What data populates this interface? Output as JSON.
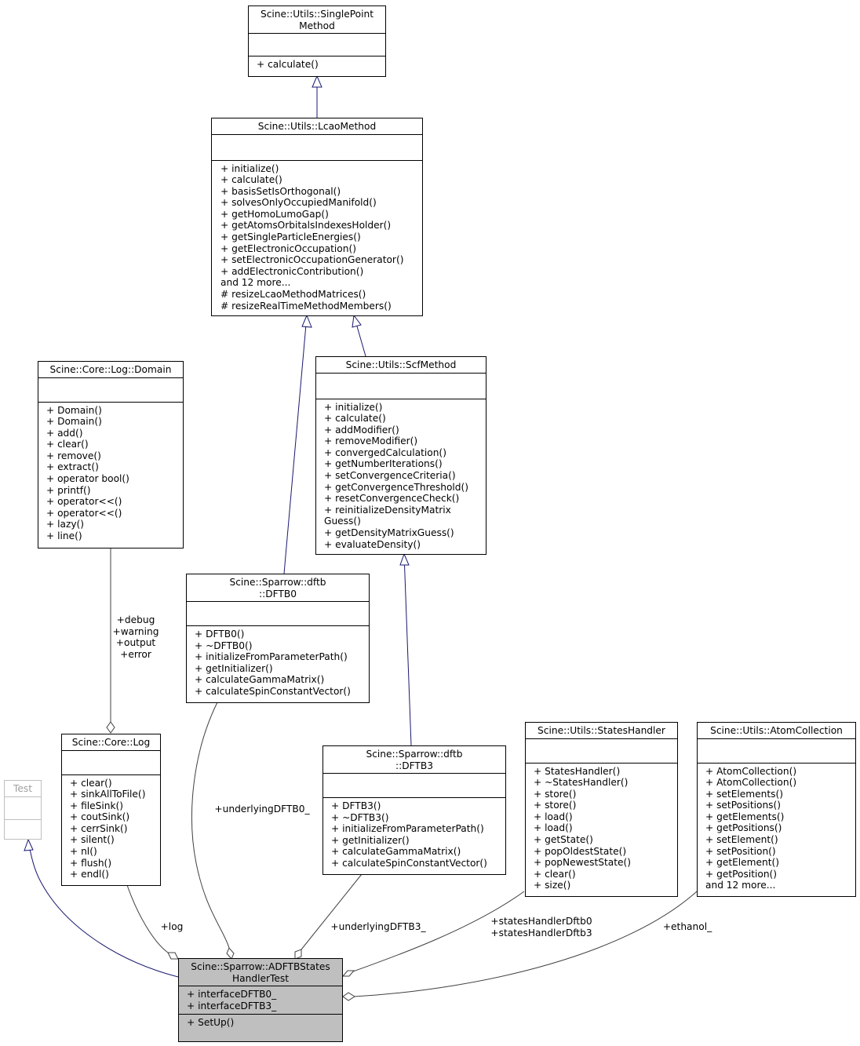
{
  "classes": {
    "single_point_method": {
      "name": "Scine::Utils::SinglePoint\nMethod",
      "attributes": [],
      "methods": [
        "+ calculate()"
      ]
    },
    "lcao_method": {
      "name": "Scine::Utils::LcaoMethod",
      "attributes": [],
      "methods": [
        "+ initialize()",
        "+ calculate()",
        "+ basisSetIsOrthogonal()",
        "+ solvesOnlyOccupiedManifold()",
        "+ getHomoLumoGap()",
        "+ getAtomsOrbitalsIndexesHolder()",
        "+ getSingleParticleEnergies()",
        "+ getElectronicOccupation()",
        "+ setElectronicOccupationGenerator()",
        "+ addElectronicContribution()",
        "and 12 more...",
        "# resizeLcaoMethodMatrices()",
        "# resizeRealTimeMethodMembers()"
      ]
    },
    "log_domain": {
      "name": "Scine::Core::Log::Domain",
      "attributes": [],
      "methods": [
        "+ Domain()",
        "+ Domain()",
        "+ add()",
        "+ clear()",
        "+ remove()",
        "+ extract()",
        "+ operator bool()",
        "+ printf()",
        "+ operator<<()",
        "+ operator<<()",
        "+ lazy()",
        "+ line()"
      ]
    },
    "scf_method": {
      "name": "Scine::Utils::ScfMethod",
      "attributes": [],
      "methods": [
        "+ initialize()",
        "+ calculate()",
        "+ addModifier()",
        "+ removeModifier()",
        "+ convergedCalculation()",
        "+ getNumberIterations()",
        "+ setConvergenceCriteria()",
        "+ getConvergenceThreshold()",
        "+ resetConvergenceCheck()",
        "+ reinitializeDensityMatrix",
        "Guess()",
        "+ getDensityMatrixGuess()",
        "+ evaluateDensity()"
      ]
    },
    "dftb0": {
      "name": "Scine::Sparrow::dftb\n::DFTB0",
      "attributes": [],
      "methods": [
        "+ DFTB0()",
        "+ ~DFTB0()",
        "+ initializeFromParameterPath()",
        "+ getInitializer()",
        "+ calculateGammaMatrix()",
        "+ calculateSpinConstantVector()"
      ]
    },
    "core_log": {
      "name": "Scine::Core::Log",
      "attributes": [],
      "methods": [
        "+ clear()",
        "+ sinkAllToFile()",
        "+ fileSink()",
        "+ coutSink()",
        "+ cerrSink()",
        "+ silent()",
        "+ nl()",
        "+ flush()",
        "+ endl()"
      ]
    },
    "test": {
      "name": "Test",
      "attributes": [],
      "methods": []
    },
    "dftb3": {
      "name": "Scine::Sparrow::dftb\n::DFTB3",
      "attributes": [],
      "methods": [
        "+ DFTB3()",
        "+ ~DFTB3()",
        "+ initializeFromParameterPath()",
        "+ getInitializer()",
        "+ calculateGammaMatrix()",
        "+ calculateSpinConstantVector()"
      ]
    },
    "states_handler": {
      "name": "Scine::Utils::StatesHandler",
      "attributes": [],
      "methods": [
        "+ StatesHandler()",
        "+ ~StatesHandler()",
        "+ store()",
        "+ store()",
        "+ load()",
        "+ load()",
        "+ getState()",
        "+ popOldestState()",
        "+ popNewestState()",
        "+ clear()",
        "+ size()"
      ]
    },
    "atom_collection": {
      "name": "Scine::Utils::AtomCollection",
      "attributes": [],
      "methods": [
        "+ AtomCollection()",
        "+ AtomCollection()",
        "+ setElements()",
        "+ setPositions()",
        "+ getElements()",
        "+ getPositions()",
        "+ setElement()",
        "+ setPosition()",
        "+ getElement()",
        "+ getPosition()",
        "and 12 more..."
      ]
    },
    "adftb_test": {
      "name": "Scine::Sparrow::ADFTBStates\nHandlerTest",
      "attributes": [
        "+ interfaceDFTB0_",
        "+ interfaceDFTB3_"
      ],
      "methods": [
        "+ SetUp()"
      ]
    }
  },
  "edge_labels": {
    "domain_to_log": "+debug\n+warning\n+output\n+error",
    "log": "+log",
    "dftb0": "+underlyingDFTB0_",
    "dftb3": "+underlyingDFTB3_",
    "states": "+statesHandlerDftb0\n+statesHandlerDftb3",
    "ethanol": "+ethanol_"
  },
  "colors": {
    "inheritance_edge": "#191970",
    "association_edge": "#404040",
    "focus_class_fill": "#bfbfbf",
    "external_class_border": "#bfbfbf"
  }
}
